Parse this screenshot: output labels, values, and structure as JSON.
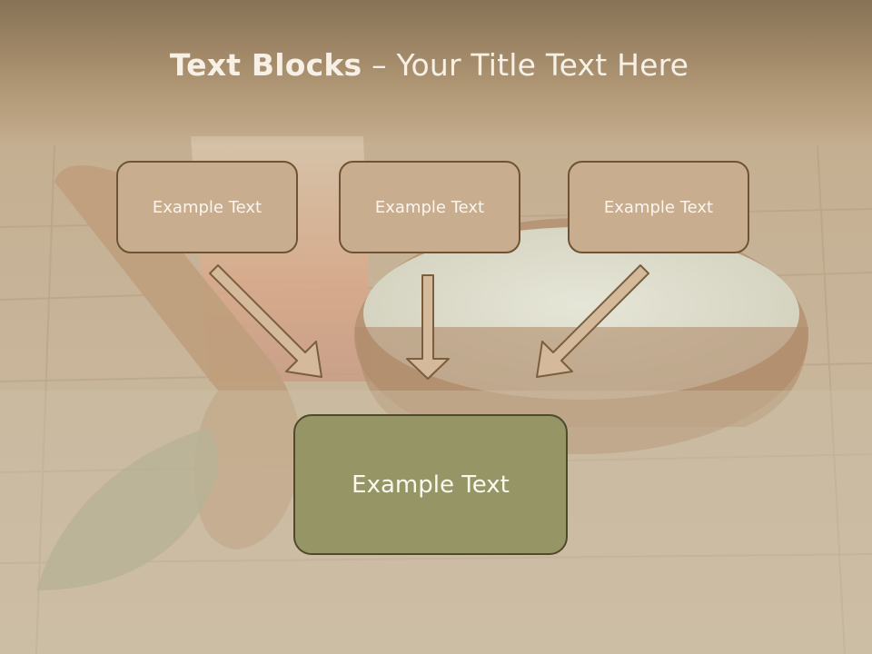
{
  "slide": {
    "title_bold": "Text Blocks",
    "title_dash": " – ",
    "title_rest": "Your Title Text Here",
    "boxes": [
      {
        "label": "Example Text"
      },
      {
        "label": "Example Text"
      },
      {
        "label": "Example Text"
      }
    ],
    "main_box": {
      "label": "Example Text"
    },
    "background": "wooden-table-spa-salt-photo"
  },
  "colors": {
    "header": "#8f7a5c",
    "box_fill": "#c9ad8f",
    "box_border": "#6e5434",
    "main_fill": "#959566",
    "arrow_fill": "#d4b99a",
    "arrow_stroke": "#7a5e3e"
  }
}
